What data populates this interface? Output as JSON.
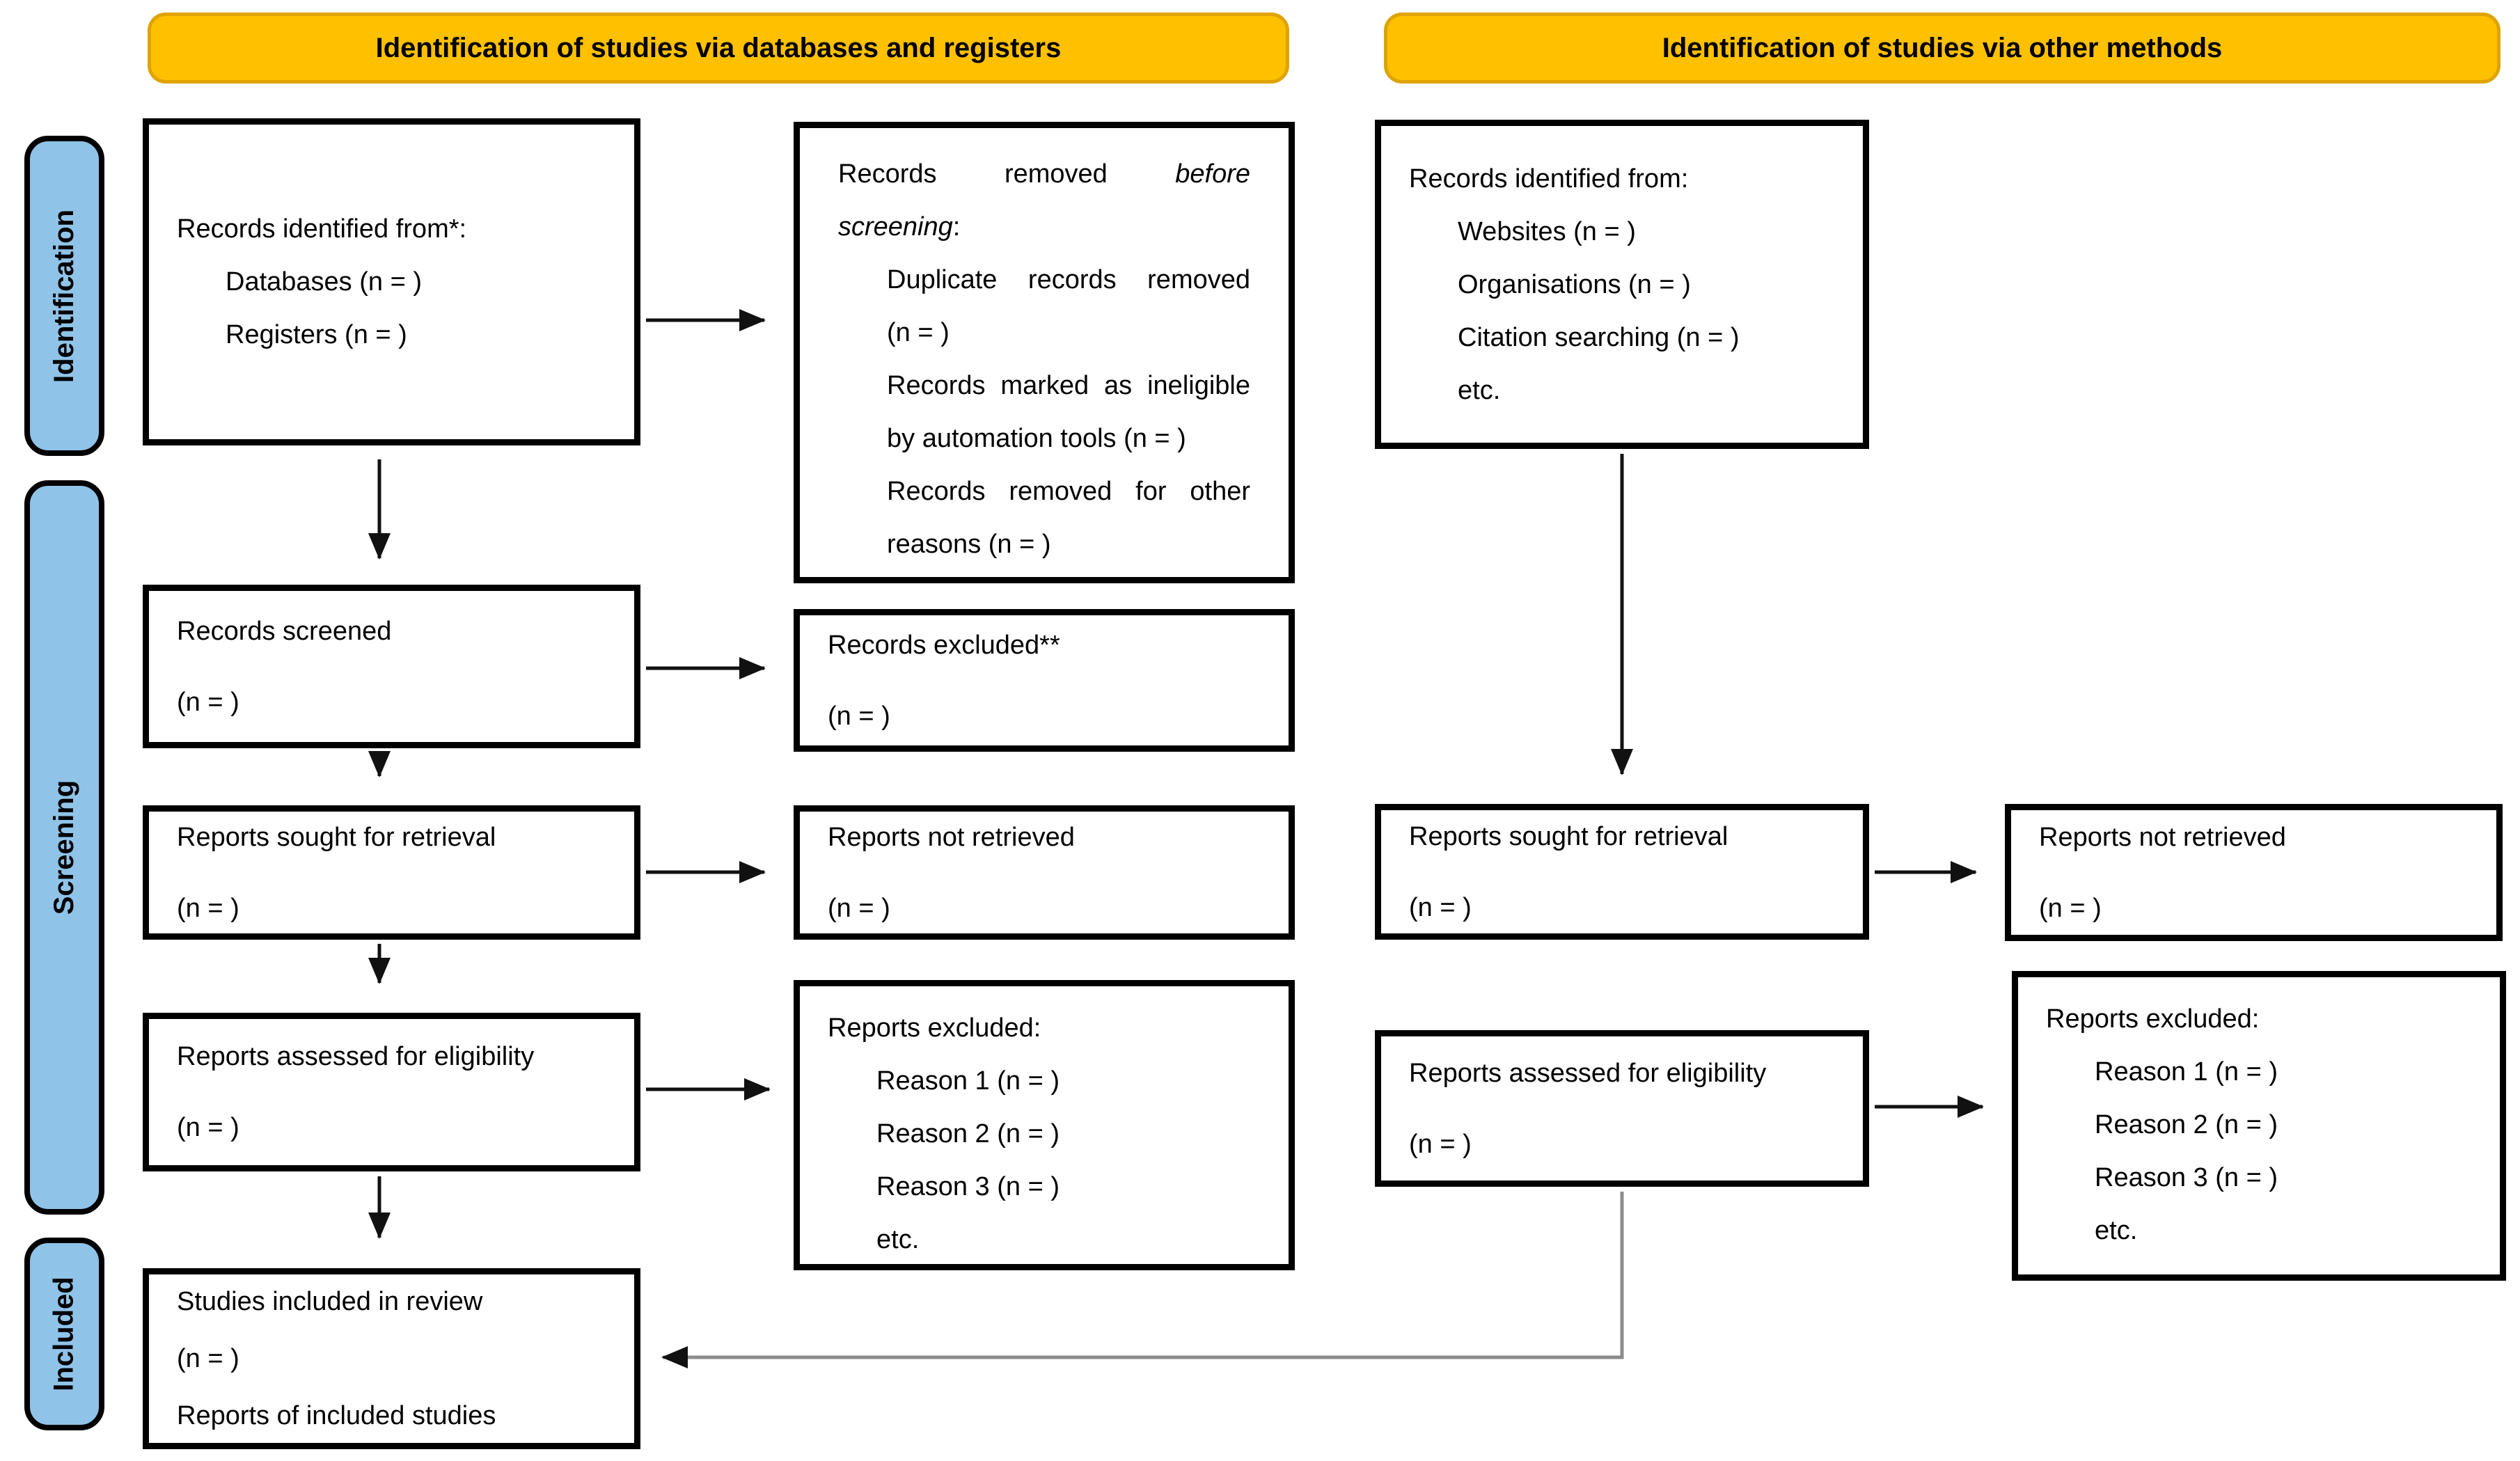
{
  "banners": [
    {
      "label": "Identification of studies via databases and registers"
    },
    {
      "label": "Identification of studies via other methods"
    }
  ],
  "sidebar_stages": [
    {
      "label": "Identification"
    },
    {
      "label": "Screening"
    },
    {
      "label": "Included"
    }
  ],
  "colors": {
    "banner_fill": "#FFC000",
    "banner_border": "#DFA300",
    "stage_fill": "#90C3E8",
    "box_border": "#000000",
    "elbow_line": "#8c8c8c"
  },
  "boxes": {
    "records_identified_databases": {
      "lines": [
        {
          "parts": [
            {
              "t": "Records identified from*:"
            }
          ]
        },
        {
          "parts": [
            {
              "t": "Databases (n = )"
            }
          ],
          "indent": true
        },
        {
          "parts": [
            {
              "t": "Registers (n = )"
            }
          ],
          "indent": true
        }
      ]
    },
    "records_removed_before_screening": {
      "lines": [
        {
          "parts": [
            {
              "t": "Records removed "
            },
            {
              "t": "before",
              "i": true
            }
          ],
          "spread": true
        },
        {
          "parts": [
            {
              "t": "screening",
              "i": true
            },
            {
              "t": ":"
            }
          ]
        },
        {
          "parts": [
            {
              "t": "Duplicate records removed"
            }
          ],
          "indent": true,
          "spread": true
        },
        {
          "parts": [
            {
              "t": "(n = )"
            }
          ],
          "indent": true
        },
        {
          "parts": [
            {
              "t": "Records marked as ineligible"
            }
          ],
          "indent": true,
          "spread": true
        },
        {
          "parts": [
            {
              "t": "by automation tools (n = )"
            }
          ],
          "indent": true
        },
        {
          "parts": [
            {
              "t": "Records removed for other"
            }
          ],
          "indent": true,
          "spread": true
        },
        {
          "parts": [
            {
              "t": "reasons (n = )"
            }
          ],
          "indent": true
        }
      ]
    },
    "records_identified_other": {
      "lines": [
        {
          "parts": [
            {
              "t": "Records identified from:"
            }
          ]
        },
        {
          "parts": [
            {
              "t": "Websites (n = )"
            }
          ],
          "indent": true
        },
        {
          "parts": [
            {
              "t": "Organisations (n = )"
            }
          ],
          "indent": true
        },
        {
          "parts": [
            {
              "t": "Citation searching (n = )"
            }
          ],
          "indent": true
        },
        {
          "parts": [
            {
              "t": "etc."
            }
          ],
          "indent": true
        }
      ]
    },
    "records_screened": {
      "lines": [
        {
          "parts": [
            {
              "t": "Records screened"
            }
          ]
        },
        {
          "parts": [
            {
              "t": "(n = )"
            }
          ]
        }
      ]
    },
    "records_excluded": {
      "lines": [
        {
          "parts": [
            {
              "t": "Records excluded**"
            }
          ]
        },
        {
          "parts": [
            {
              "t": "(n = )"
            }
          ]
        }
      ]
    },
    "reports_sought_db": {
      "lines": [
        {
          "parts": [
            {
              "t": "Reports sought for retrieval"
            }
          ]
        },
        {
          "parts": [
            {
              "t": "(n = )"
            }
          ]
        }
      ]
    },
    "reports_not_retrieved_db": {
      "lines": [
        {
          "parts": [
            {
              "t": "Reports not retrieved"
            }
          ]
        },
        {
          "parts": [
            {
              "t": "(n = )"
            }
          ]
        }
      ]
    },
    "reports_assessed_db": {
      "lines": [
        {
          "parts": [
            {
              "t": "Reports assessed for eligibility"
            }
          ]
        },
        {
          "parts": [
            {
              "t": "(n = )"
            }
          ]
        }
      ]
    },
    "reports_excluded_db": {
      "lines": [
        {
          "parts": [
            {
              "t": "Reports excluded:"
            }
          ]
        },
        {
          "parts": [
            {
              "t": "Reason 1 (n = )"
            }
          ],
          "indent": true
        },
        {
          "parts": [
            {
              "t": "Reason 2 (n = )"
            }
          ],
          "indent": true
        },
        {
          "parts": [
            {
              "t": "Reason 3 (n = )"
            }
          ],
          "indent": true
        },
        {
          "parts": [
            {
              "t": "etc."
            }
          ],
          "indent": true
        }
      ]
    },
    "reports_sought_other": {
      "lines": [
        {
          "parts": [
            {
              "t": "Reports sought for retrieval"
            }
          ]
        },
        {
          "parts": [
            {
              "t": "(n = )"
            }
          ]
        }
      ]
    },
    "reports_not_retrieved_other": {
      "lines": [
        {
          "parts": [
            {
              "t": "Reports not retrieved"
            }
          ]
        },
        {
          "parts": [
            {
              "t": "(n = )"
            }
          ]
        }
      ]
    },
    "reports_assessed_other": {
      "lines": [
        {
          "parts": [
            {
              "t": "Reports assessed for eligibility"
            }
          ]
        },
        {
          "parts": [
            {
              "t": "(n = )"
            }
          ]
        }
      ]
    },
    "reports_excluded_other": {
      "lines": [
        {
          "parts": [
            {
              "t": "Reports excluded:"
            }
          ]
        },
        {
          "parts": [
            {
              "t": "Reason 1 (n = )"
            }
          ],
          "indent": true
        },
        {
          "parts": [
            {
              "t": "Reason 2 (n = )"
            }
          ],
          "indent": true
        },
        {
          "parts": [
            {
              "t": "Reason 3 (n = )"
            }
          ],
          "indent": true
        },
        {
          "parts": [
            {
              "t": "etc."
            }
          ],
          "indent": true
        }
      ]
    },
    "studies_included": {
      "lines": [
        {
          "parts": [
            {
              "t": "Studies included in review"
            }
          ]
        },
        {
          "parts": [
            {
              "t": "(n = )"
            }
          ]
        },
        {
          "parts": [
            {
              "t": "Reports of included studies"
            }
          ]
        }
      ]
    }
  }
}
